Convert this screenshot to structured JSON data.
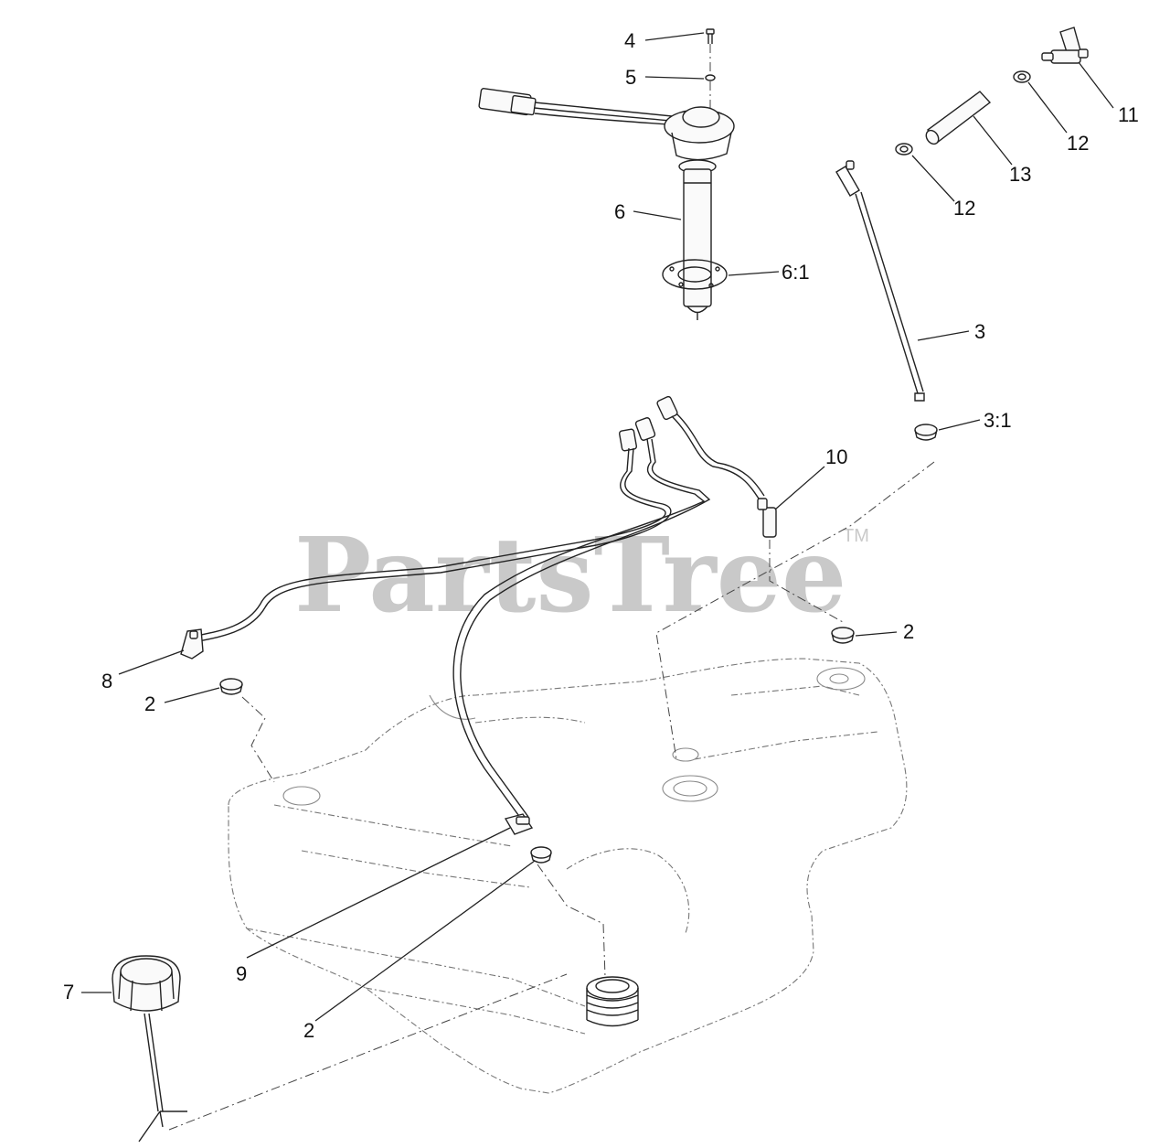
{
  "watermark": {
    "text": "PartsTree",
    "trademark": "TM"
  },
  "callouts": {
    "c4": "4",
    "c5": "5",
    "c6": "6",
    "c6_1": "6:1",
    "c3": "3",
    "c3_1": "3:1",
    "c10": "10",
    "c11": "11",
    "c12a": "12",
    "c12b": "12",
    "c13": "13",
    "c2a": "2",
    "c2b": "2",
    "c2c": "2",
    "c8": "8",
    "c9": "9",
    "c7": "7"
  }
}
